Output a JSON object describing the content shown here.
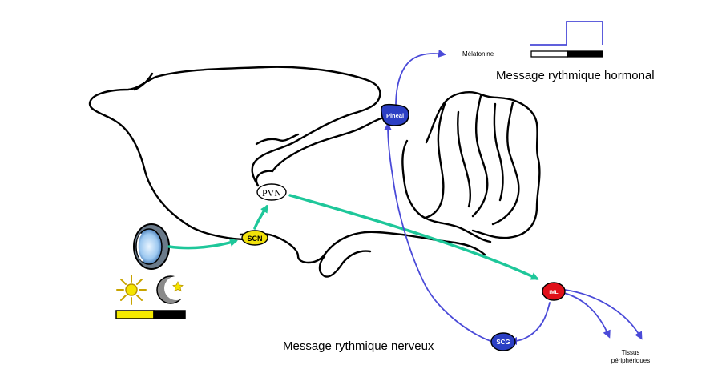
{
  "labels": {
    "melatonin": "Mélatonine",
    "hormonal_message": "Message rythmique hormonal",
    "nervous_message": "Message rythmique nerveux",
    "peripheral_tissues_line1": "Tissus",
    "peripheral_tissues_line2": "périphériques"
  },
  "nodes": {
    "pineal": "Pineal",
    "pvn": "PVN",
    "scn": "SCN",
    "iml": "IML",
    "scg": "SCG"
  },
  "colors": {
    "neural_pathway": "#1ec79a",
    "sympathetic_pathway": "#4a4ad8",
    "pineal_fill": "#2b3fc4",
    "scg_fill": "#2b3fc4",
    "iml_fill": "#e0101a",
    "scn_fill": "#f2e20a",
    "day_bar": "#f5ea00",
    "night_bar": "#000000",
    "outline": "#000000"
  },
  "icons": [
    "eye-icon",
    "sun-icon",
    "moon-icon"
  ]
}
